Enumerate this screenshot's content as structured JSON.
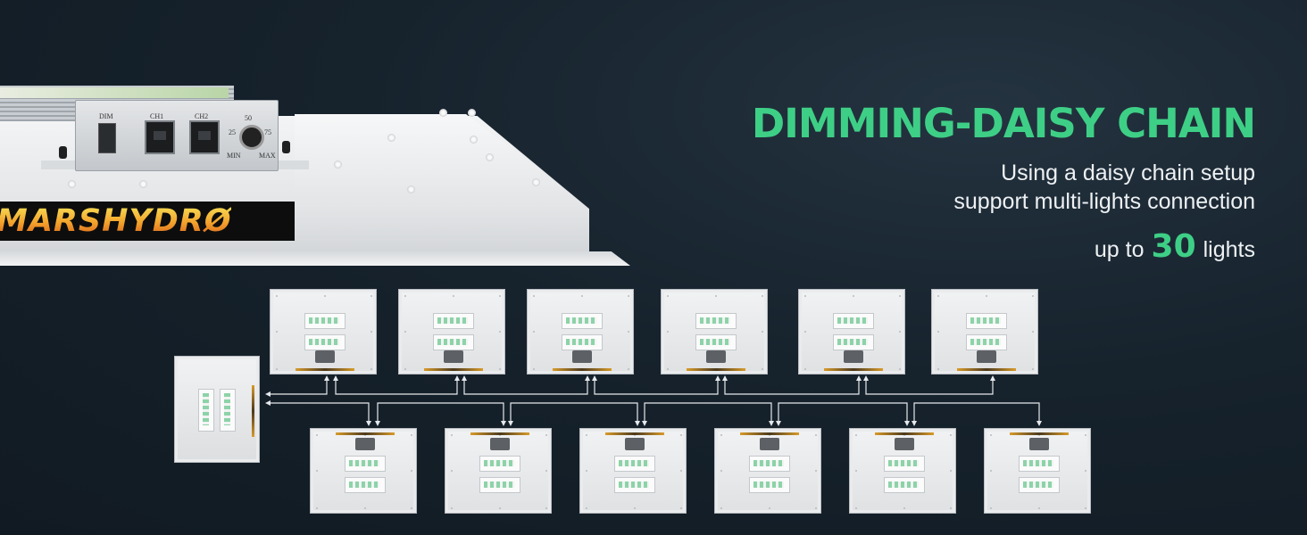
{
  "colors": {
    "accent_green": "#3ecf86",
    "text_white": "#eef1f3",
    "background": "#16222c",
    "wire": "#e6e9ec"
  },
  "hero_fixture": {
    "brand_logo": "MARSHYDRØ",
    "driver_labels": {
      "dim": "DIM",
      "ch1": "CH1",
      "ch2": "CH2",
      "dial_min": "MIN",
      "dial_max": "MAX",
      "dial_25a": "25",
      "dial_50": "50",
      "dial_75": "75"
    }
  },
  "headline": "DIMMING-DAISY CHAIN",
  "subtitle_line1": "Using a daisy chain setup",
  "subtitle_line2": "support multi-lights connection",
  "capacity": {
    "prefix": "up to",
    "number": "30",
    "suffix": "lights"
  },
  "diagram": {
    "source_light_icon": "grow-light-panel-icon",
    "light_icon": "grow-light-panel-icon",
    "top_row_count": 6,
    "bottom_row_count": 6
  }
}
